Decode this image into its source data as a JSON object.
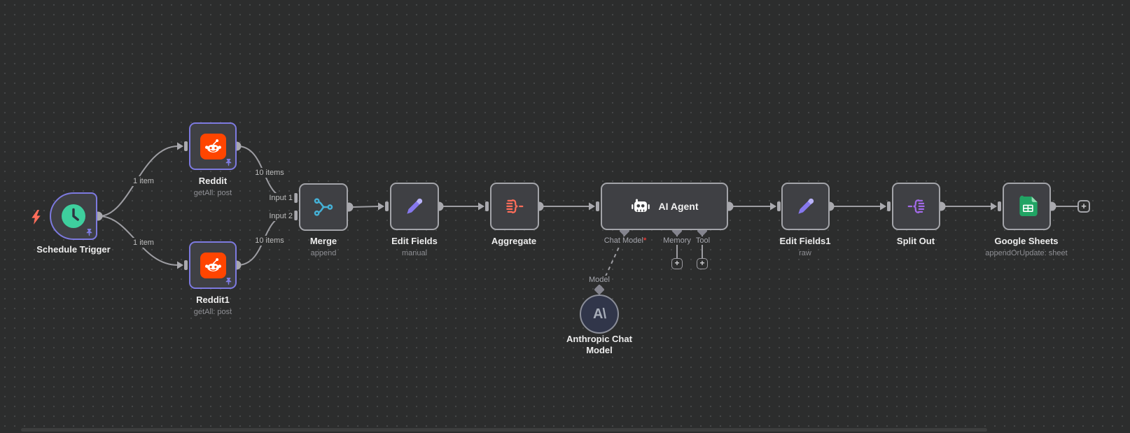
{
  "nodes": {
    "schedule_trigger": {
      "label": "Schedule Trigger"
    },
    "reddit": {
      "label": "Reddit",
      "sublabel": "getAll: post"
    },
    "reddit1": {
      "label": "Reddit1",
      "sublabel": "getAll: post"
    },
    "merge": {
      "label": "Merge",
      "sublabel": "append"
    },
    "edit_fields": {
      "label": "Edit Fields",
      "sublabel": "manual"
    },
    "aggregate": {
      "label": "Aggregate"
    },
    "ai_agent": {
      "label": "AI Agent",
      "connectors": {
        "chat_model": "Chat Model",
        "required_marker": "*",
        "memory": "Memory",
        "tool": "Tool"
      }
    },
    "anthropic_chat_model": {
      "label_line1": "Anthropic Chat",
      "label_line2": "Model",
      "connector": "Model",
      "logo_text": "A\\"
    },
    "edit_fields1": {
      "label": "Edit Fields1",
      "sublabel": "raw"
    },
    "split_out": {
      "label": "Split Out"
    },
    "google_sheets": {
      "label": "Google Sheets",
      "sublabel": "appendOrUpdate: sheet"
    }
  },
  "edges": {
    "schedule_to_reddit": "1 item",
    "schedule_to_reddit1": "1 item",
    "reddit_to_merge": "10 items",
    "reddit1_to_merge": "10 items",
    "merge_input1": "Input 1",
    "merge_input2": "Input 2"
  },
  "buttons": {
    "add_node": "+",
    "add_memory": "+",
    "add_tool": "+"
  },
  "colors": {
    "canvas_bg": "#2c2d2d",
    "node_fill": "#3f4044",
    "node_border_default": "#a3a4a9",
    "node_border_pinned": "#7d7ae0",
    "edge_gray": "#9d9da2",
    "reddit_orange": "#ff4500",
    "schedule_teal": "#3ecf9e",
    "pencil_purple": "#8678ee",
    "merge_cyan": "#45b0d6",
    "aggregate_orange": "#ff6d5a",
    "split_out_purple": "#a26ae8",
    "sheets_green": "#21a464",
    "anthropic_navy": "#31364a",
    "bolt_orange": "#ff6d5a",
    "required_red": "#e53935"
  }
}
